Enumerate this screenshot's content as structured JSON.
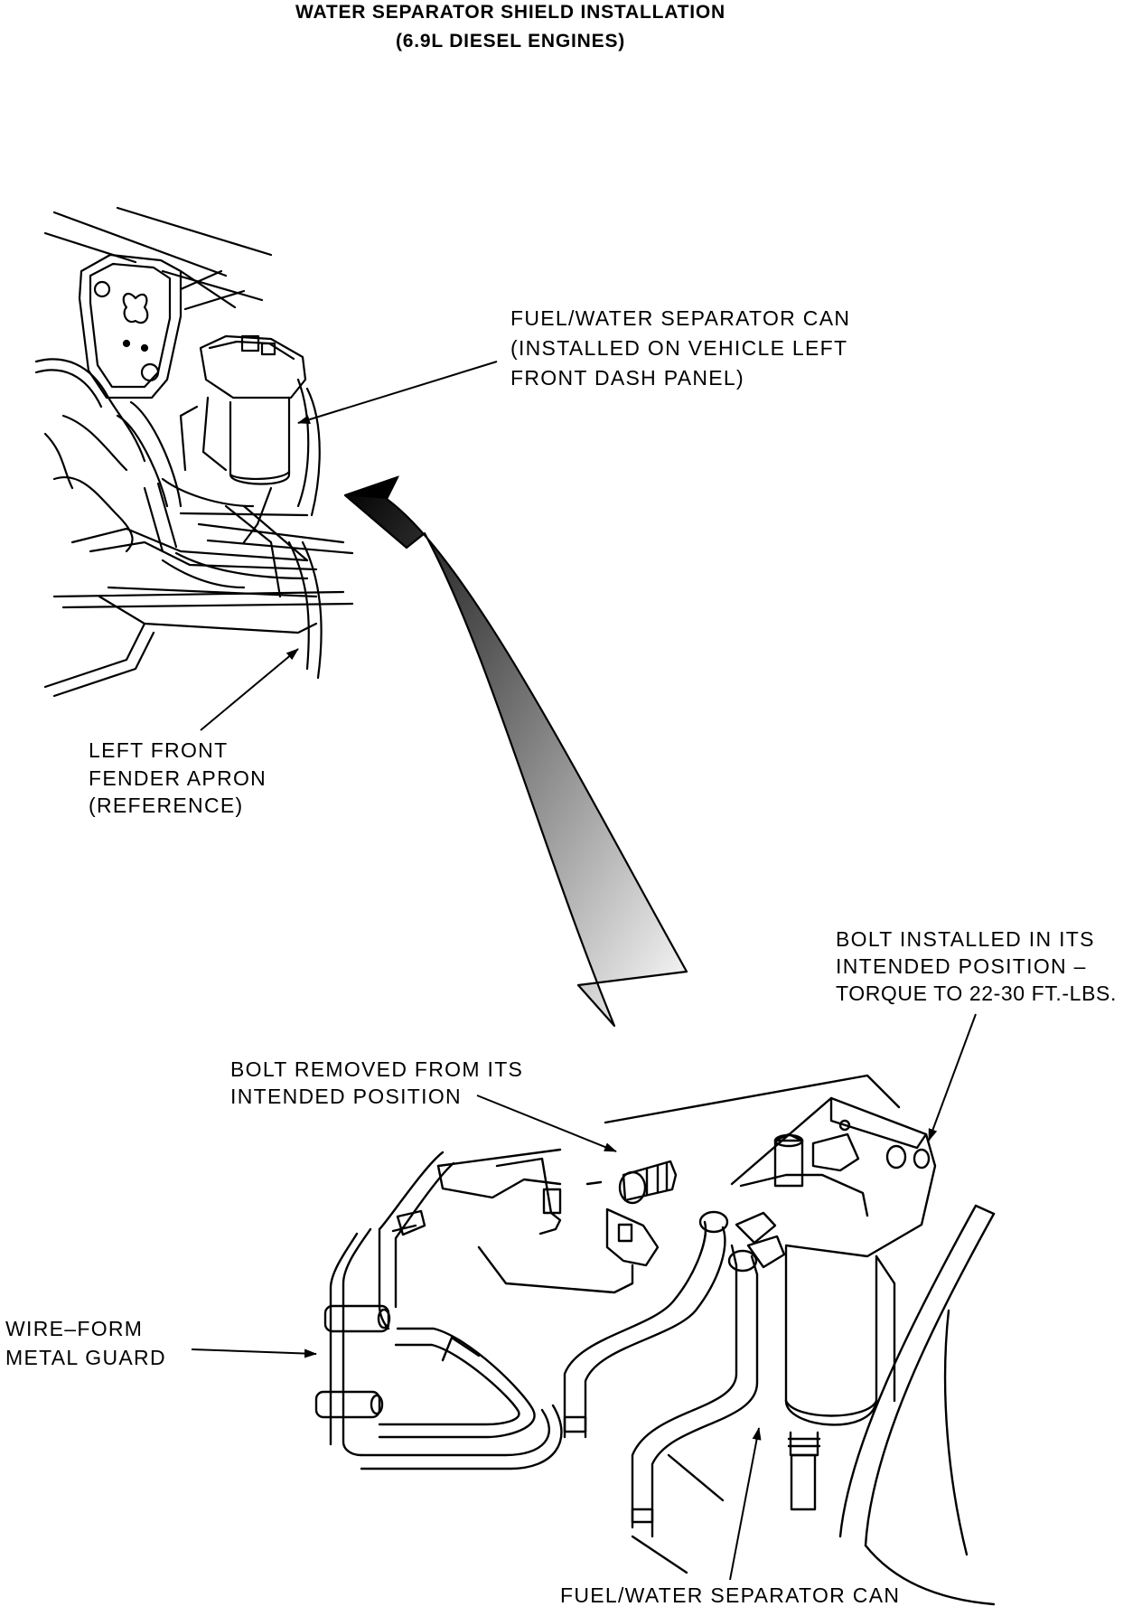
{
  "title": {
    "line1": "WATER SEPARATOR SHIELD INSTALLATION",
    "line2": "(6.9L DIESEL ENGINES)"
  },
  "callouts": {
    "can_top": [
      "FUEL/WATER SEPARATOR CAN",
      "(INSTALLED ON VEHICLE LEFT",
      "FRONT DASH PANEL)"
    ],
    "fender": [
      "LEFT FRONT",
      "FENDER APRON",
      "(REFERENCE)"
    ],
    "bolt_installed": [
      "BOLT INSTALLED IN ITS",
      "INTENDED POSITION –",
      "TORQUE TO 22-30 FT.-LBS."
    ],
    "bolt_removed": [
      "BOLT REMOVED FROM ITS",
      "INTENDED POSITION"
    ],
    "guard": [
      "WIRE–FORM",
      "METAL GUARD"
    ],
    "can_bottom": [
      "FUEL/WATER SEPARATOR CAN"
    ]
  },
  "colors": {
    "ink": "#000000",
    "paper": "#ffffff"
  }
}
